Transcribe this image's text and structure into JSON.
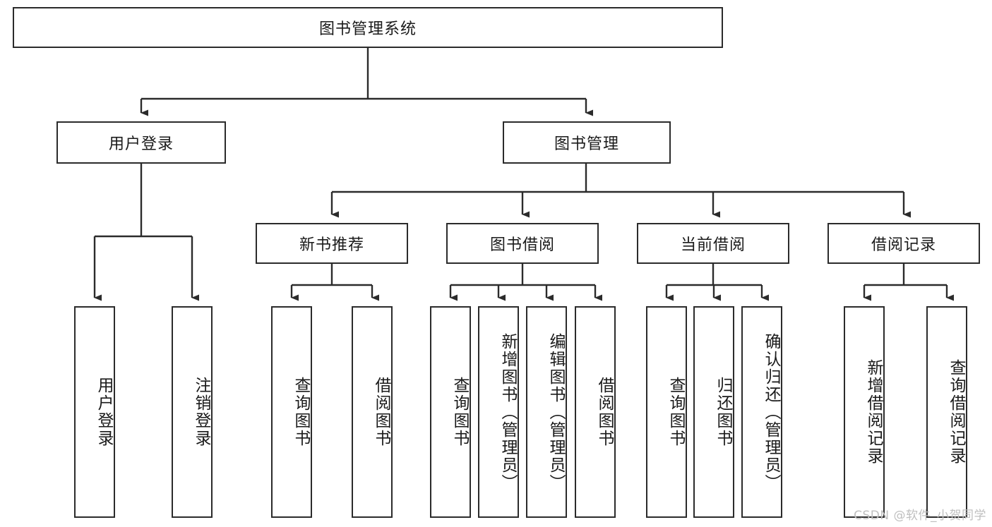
{
  "diagram": {
    "title": "图书管理系统",
    "type": "tree",
    "watermark": "CSDN @软件_小贺同学",
    "colors": {
      "stroke": "#2b2b2b",
      "fill": "#ffffff",
      "text": "#1a1a1a",
      "watermark": "#bfbfbf"
    },
    "root": {
      "label": "图书管理系统"
    },
    "level1": [
      {
        "label": "用户登录"
      },
      {
        "label": "图书管理"
      }
    ],
    "level2": [
      {
        "label": "新书推荐"
      },
      {
        "label": "图书借阅"
      },
      {
        "label": "当前借阅"
      },
      {
        "label": "借阅记录"
      }
    ],
    "leaves": {
      "user_login": [
        {
          "label": "用户登录"
        },
        {
          "label": "注销登录"
        }
      ],
      "new_book_recommend": [
        {
          "label": "查询图书"
        },
        {
          "label": "借阅图书"
        }
      ],
      "book_borrow": [
        {
          "label": "查询图书"
        },
        {
          "label": "新增图书（管理员）"
        },
        {
          "label": "编辑图书（管理员）"
        },
        {
          "label": "借阅图书"
        }
      ],
      "current_borrow": [
        {
          "label": "查询图书"
        },
        {
          "label": "归还图书"
        },
        {
          "label": "确认归还（管理员）"
        }
      ],
      "borrow_record": [
        {
          "label": "新增借阅记录"
        },
        {
          "label": "查询借阅记录"
        }
      ]
    }
  }
}
